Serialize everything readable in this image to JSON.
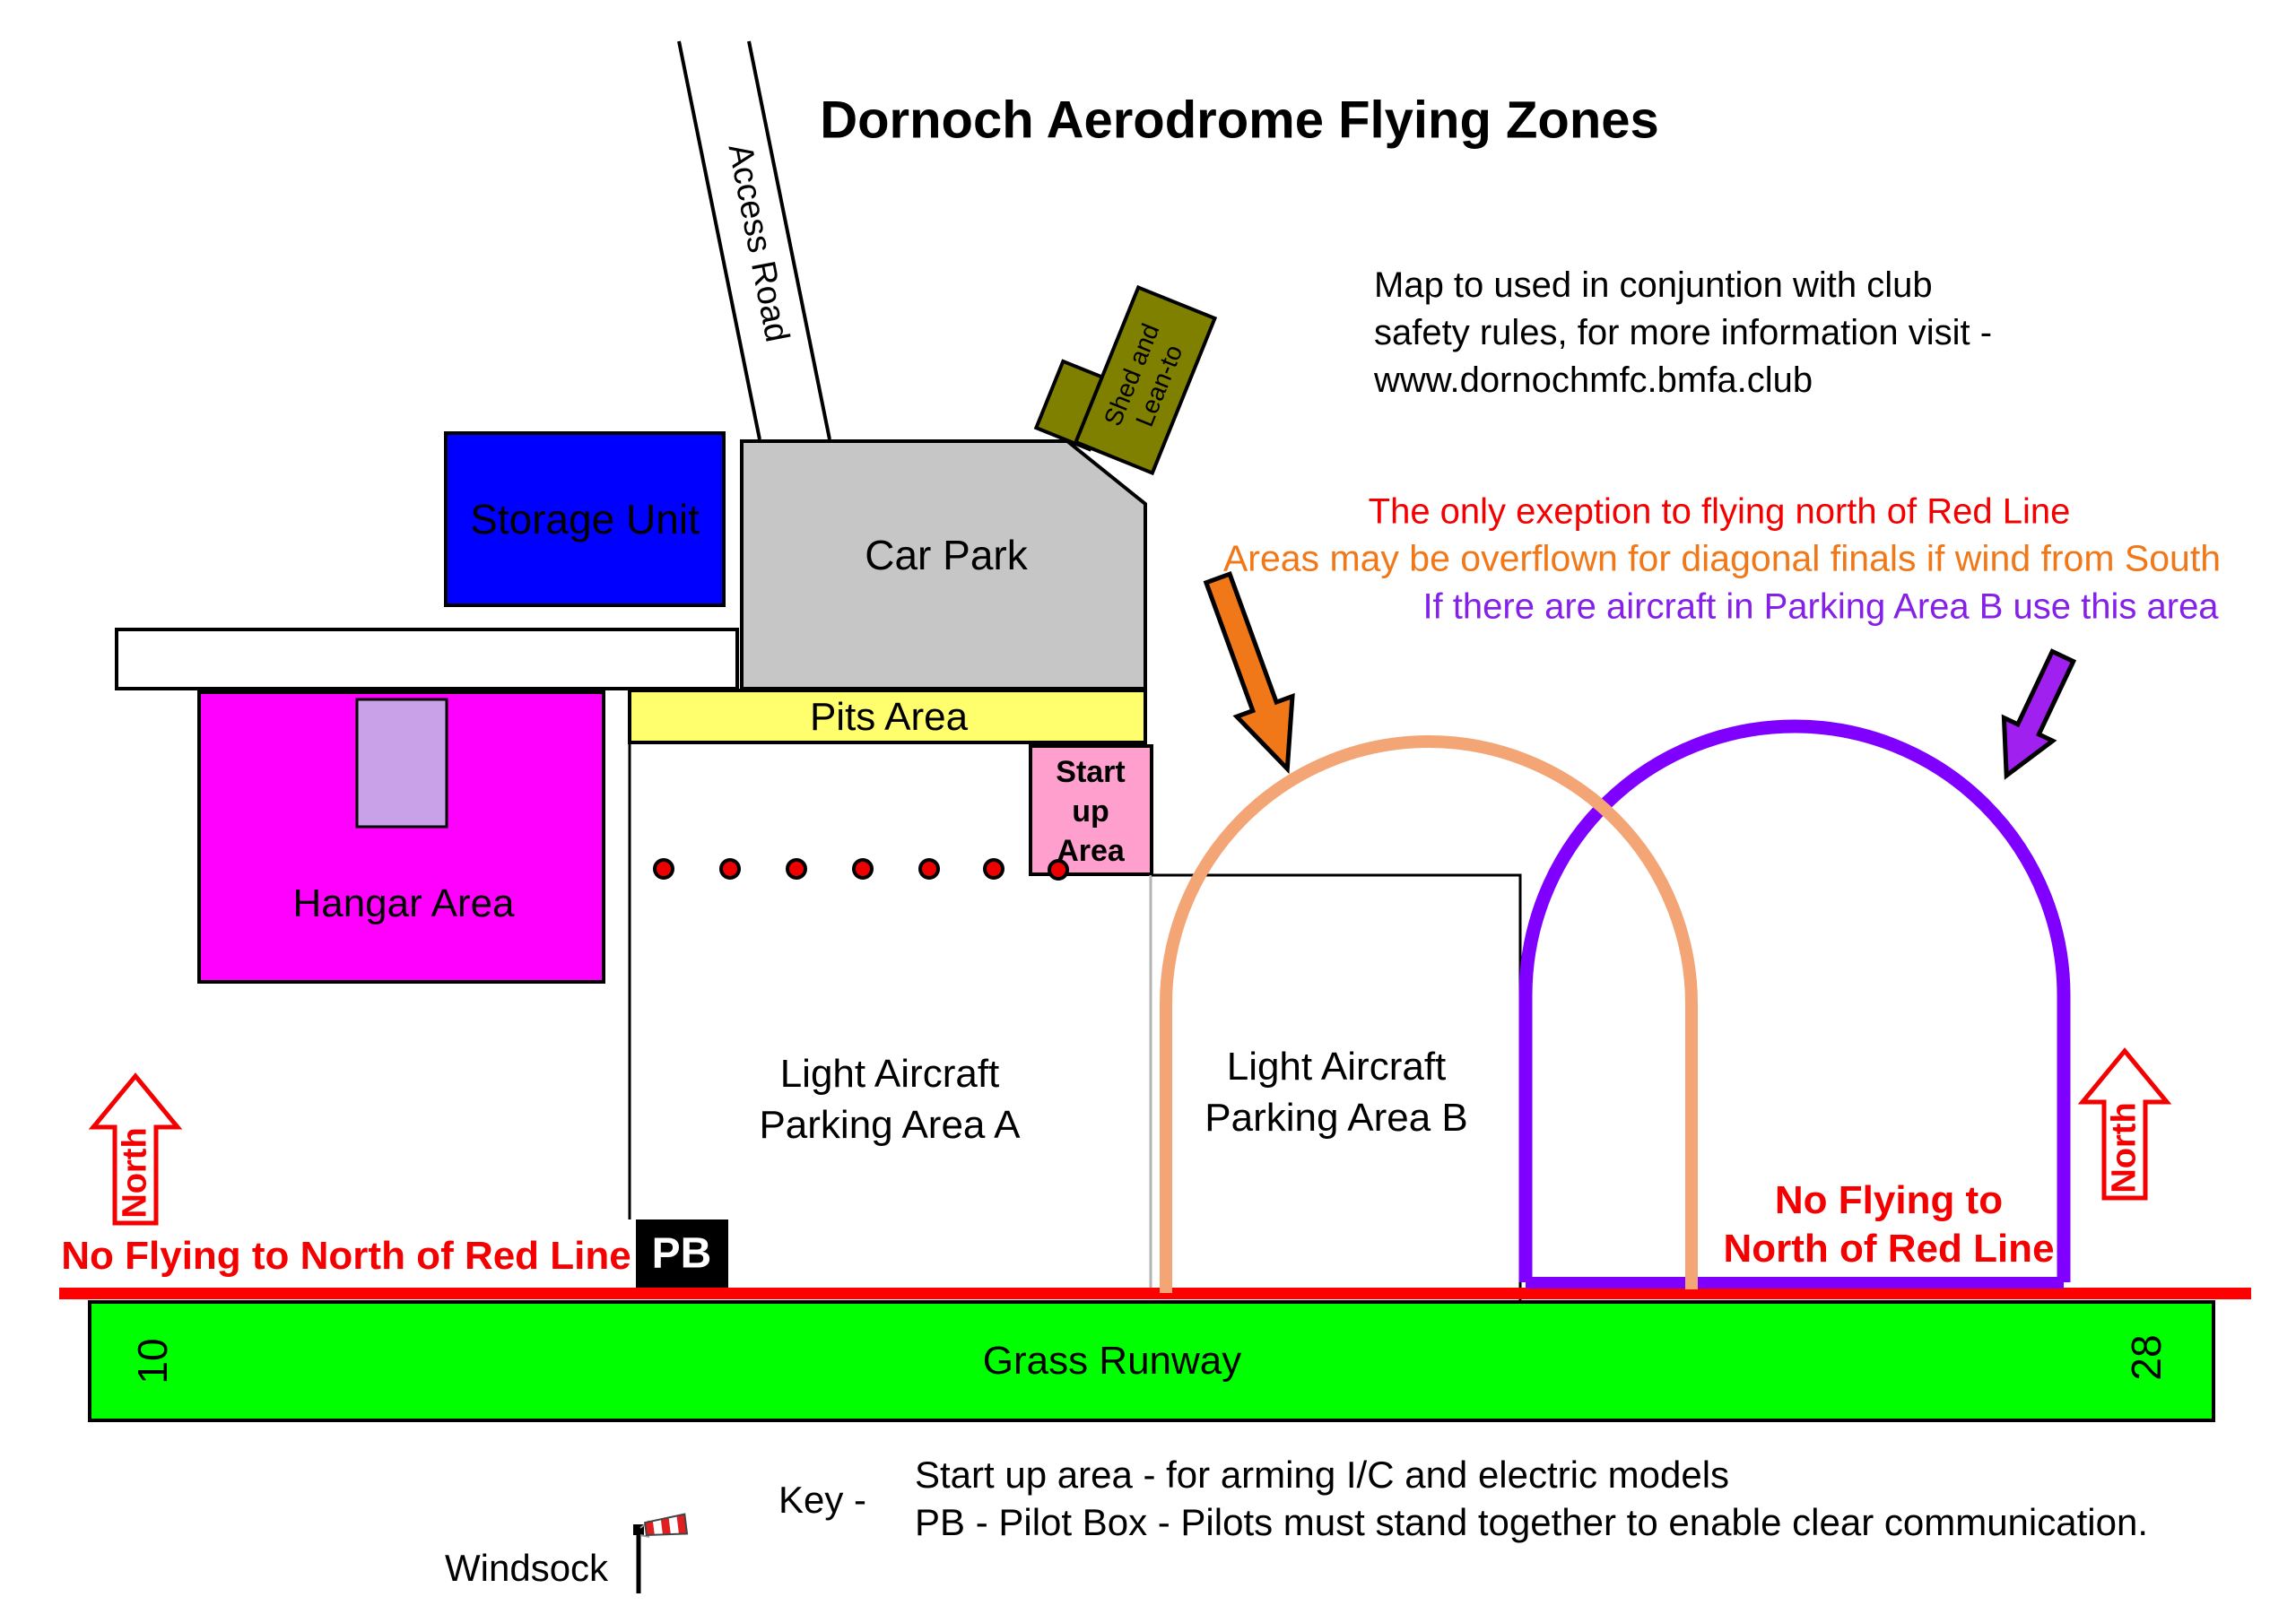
{
  "title": "Dornoch Aerodrome Flying Zones",
  "info_note": {
    "line1": "Map to used in conjuntion with club",
    "line2": "safety rules, for more information visit -",
    "line3": "www.dornochmfc.bmfa.club"
  },
  "annotations": {
    "red": "The only exeption to flying north of Red Line",
    "orange": "Areas may be overflown for diagonal finals if wind from South",
    "purple": "If there are aircraft in Parking Area B use this area"
  },
  "zones": {
    "access_road": "Access Road",
    "shed_line1": "Shed and",
    "shed_line2": "Lean-to",
    "storage_unit": "Storage Unit",
    "car_park": "Car Park",
    "pits_area": "Pits Area",
    "startup_line1": "Start",
    "startup_line2": "up",
    "startup_line3": "Area",
    "hangar": "Hangar Area",
    "parking_a_line1": "Light Aircraft",
    "parking_a_line2": "Parking Area A",
    "parking_b_line1": "Light Aircraft",
    "parking_b_line2": "Parking Area B",
    "pilot_box": "PB"
  },
  "warnings": {
    "left": "No Flying to North of Red Line",
    "right_line1": "No Flying to",
    "right_line2": "North of Red Line"
  },
  "compass": {
    "north_left": "North",
    "north_right": "North"
  },
  "runway": {
    "label": "Grass Runway",
    "number_left": "10",
    "number_right": "28"
  },
  "key": {
    "label": "Key -",
    "line1": "Start up area - for arming I/C and electric models",
    "line2": "PB - Pilot Box - Pilots must stand together to enable clear communication."
  },
  "windsock_label": "Windsock",
  "colors": {
    "storage_blue": "#0000ff",
    "car_park_gray": "#c6c6c6",
    "pits_yellow": "#ffff6e",
    "startup_pink": "#ff9fce",
    "hangar_magenta": "#ff00ff",
    "hangar_inner_purple": "#c9a1e9",
    "shed_olive": "#7f7f00",
    "runway_green": "#00ff00",
    "red_line": "#ff0000",
    "orange_arch": "#f4a575",
    "purple_arch": "#8000ff",
    "orange_arrow": "#f07818",
    "purple_arrow": "#a020f0",
    "red_text": "#f40000",
    "orange_text": "#f07818",
    "purple_text": "#8420e8"
  }
}
